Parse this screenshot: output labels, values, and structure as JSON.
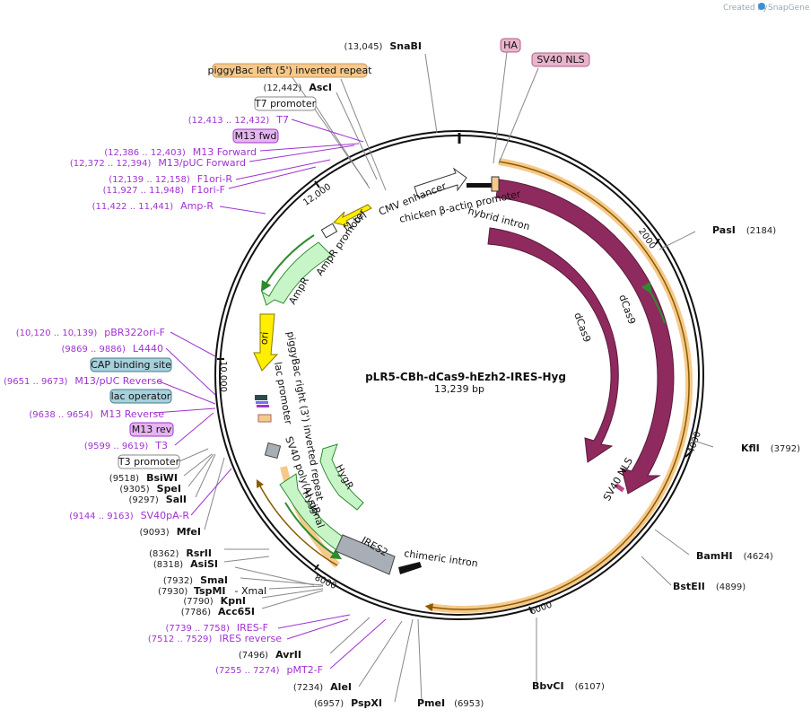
{
  "header": {
    "credit_prefix": "Created by",
    "credit_brand": "SnapGene"
  },
  "plasmid": {
    "name": "pLR5-CBh-dCas9-hEzh2-IRES-Hyg",
    "length": "13,239 bp"
  },
  "ticks": [
    "2000",
    "4000",
    "6000",
    "8000",
    "10,000",
    "12,000"
  ],
  "features": {
    "hybrid_intron": "hybrid intron",
    "cmv_enhancer": "CMV enhancer",
    "cba_promoter": "chicken β-actin promoter",
    "f1_ori": "f1 ori",
    "ampr_promoter": "AmpR promoter",
    "ampr": "AmpR",
    "ori": "ori",
    "piggybac_right": "piggyBac right (3') inverted repeat",
    "lac_promoter": "lac promoter",
    "sv40_polya": "SV40 poly(A) signal",
    "hygr_inner": "HygR",
    "hygr_outer": "HygR",
    "ires2": "IRES2",
    "chimeric_intron": "chimeric intron",
    "dcas9_inner": "dCas9",
    "dcas9_outer": "dCas9",
    "sv40_nls": "SV40 NLS"
  },
  "boxed_labels": {
    "piggybac_left": "piggyBac left (5') inverted repeat",
    "t7_promoter": "T7 promoter",
    "m13_fwd": "M13 fwd",
    "cap_site": "CAP binding site",
    "lac_operator": "lac operator",
    "m13_rev": "M13 rev",
    "t3_promoter": "T3 promoter",
    "ha": "HA",
    "sv40_nls_box": "SV40 NLS"
  },
  "sites": {
    "snabi": {
      "name": "SnaBI",
      "pos": "(13,045)"
    },
    "asci": {
      "name": "AscI",
      "pos": "(12,442)"
    },
    "pasi": {
      "name": "PasI",
      "pos": "(2184)"
    },
    "kfli": {
      "name": "KflI",
      "pos": "(3792)"
    },
    "bamhi": {
      "name": "BamHI",
      "pos": "(4624)"
    },
    "bsteii": {
      "name": "BstEII",
      "pos": "(4899)"
    },
    "bbvci": {
      "name": "BbvCI",
      "pos": "(6107)"
    },
    "pmei": {
      "name": "PmeI",
      "pos": "(6953)"
    },
    "pspxi": {
      "name": "PspXI",
      "pos": "(6957)"
    },
    "alei": {
      "name": "AleI",
      "pos": "(7234)"
    },
    "avrii": {
      "name": "AvrII",
      "pos": "(7496)"
    },
    "acc65i": {
      "name": "Acc65I",
      "pos": "(7786)"
    },
    "kpni": {
      "name": "KpnI",
      "pos": "(7790)"
    },
    "tspmi": {
      "name": "TspMI",
      "pos": "(7930)",
      "extra": "- XmaI"
    },
    "smai": {
      "name": "SmaI",
      "pos": "(7932)"
    },
    "asisi": {
      "name": "AsiSI",
      "pos": "(8318)"
    },
    "rsrii": {
      "name": "RsrII",
      "pos": "(8362)"
    },
    "mfei": {
      "name": "MfeI",
      "pos": "(9093)"
    },
    "sali": {
      "name": "SalI",
      "pos": "(9297)"
    },
    "spei": {
      "name": "SpeI",
      "pos": "(9305)"
    },
    "bsiwi": {
      "name": "BsiWI",
      "pos": "(9518)"
    }
  },
  "primers": {
    "t7": {
      "name": "T7",
      "range": "(12,413 .. 12,432)"
    },
    "m13_forward": {
      "name": "M13 Forward",
      "range": "(12,386 .. 12,403)"
    },
    "m13_puc_forward": {
      "name": "M13/pUC Forward",
      "range": "(12,372 .. 12,394)"
    },
    "f1ori_r": {
      "name": "F1ori-R",
      "range": "(12,139 .. 12,158)"
    },
    "f1ori_f": {
      "name": "F1ori-F",
      "range": "(11,927 .. 11,948)"
    },
    "amp_r": {
      "name": "Amp-R",
      "range": "(11,422 .. 11,441)"
    },
    "pbr322ori_f": {
      "name": "pBR322ori-F",
      "range": "(10,120 .. 10,139)"
    },
    "l4440": {
      "name": "L4440",
      "range": "(9869 .. 9886)"
    },
    "m13_puc_reverse": {
      "name": "M13/pUC Reverse",
      "range": "(9651 .. 9673)"
    },
    "m13_reverse": {
      "name": "M13 Reverse",
      "range": "(9638 .. 9654)"
    },
    "t3": {
      "name": "T3",
      "range": "(9599 .. 9619)"
    },
    "sv40pa_r": {
      "name": "SV40pA-R",
      "range": "(9144 .. 9163)"
    },
    "ires_f": {
      "name": "IRES-F",
      "range": "(7739 .. 7758)"
    },
    "ires_reverse": {
      "name": "IRES reverse",
      "range": "(7512 .. 7529)"
    },
    "pmt2_f": {
      "name": "pMT2-F",
      "range": "(7255 .. 7274)"
    }
  },
  "colors": {
    "backbone": "#111111",
    "dcas9": "#8e2a5e",
    "amp_hyg": "#c8f5c8",
    "ori": "#ffee00",
    "primer": "#a032d2",
    "highlight": "#f6c98a",
    "ires": "#a8aeb6"
  }
}
